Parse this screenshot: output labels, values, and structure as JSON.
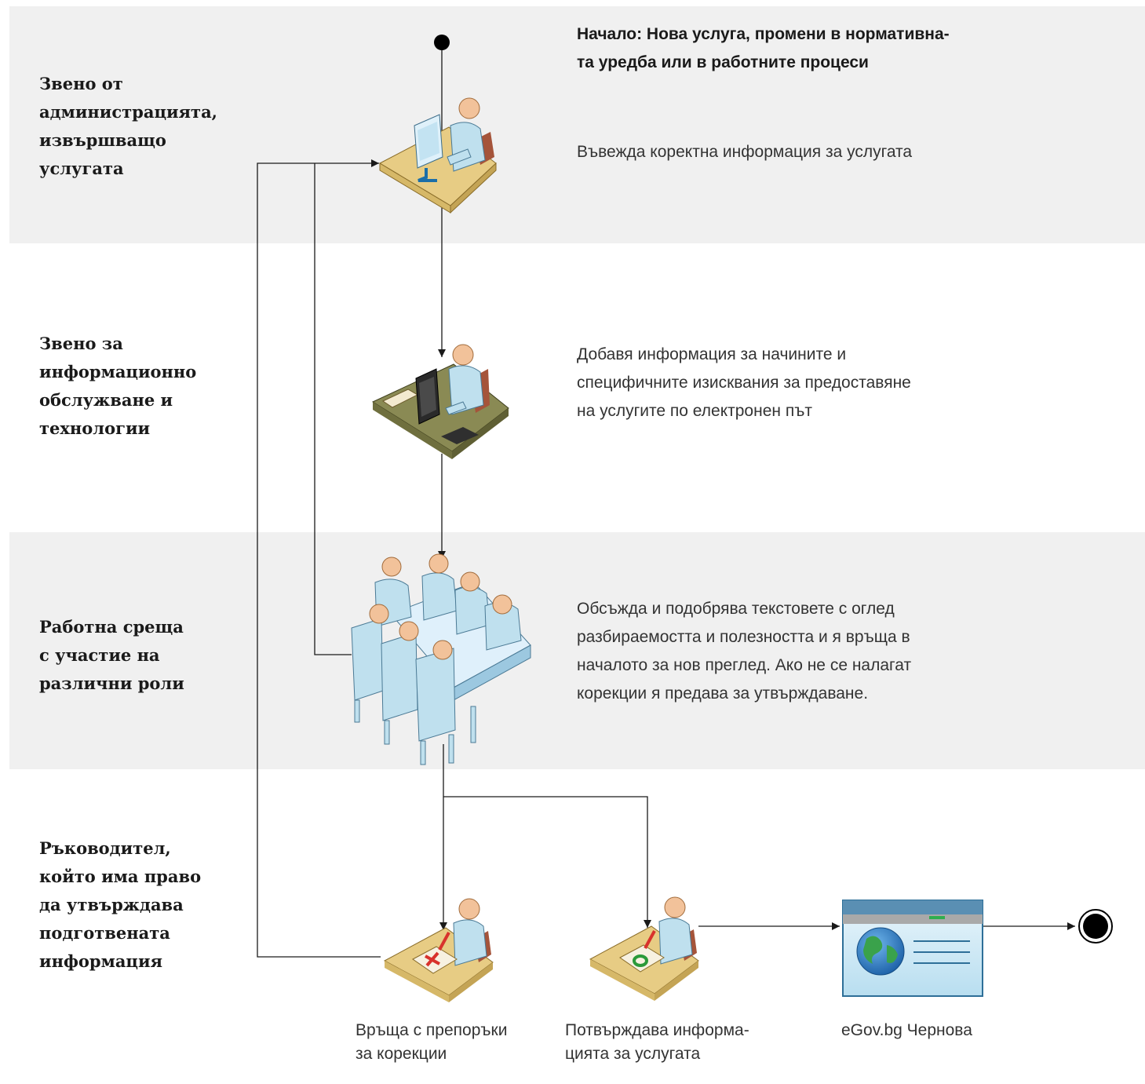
{
  "lanes": [
    {
      "title": "Звено от\nадминистрацията,\nизвършващо\nуслугата"
    },
    {
      "title": "Звено за\nинформационно\nобслужване и\nтехнологии"
    },
    {
      "title": "Работна среща\nс участие на\nразлични роли"
    },
    {
      "title": "Ръководител,\nкойто има право\nда утвърждава\nподготвената\nинформация"
    }
  ],
  "start_label": "Начало: Нова услуга, промени в нормативна-\nта уредба или в работните процеси",
  "steps": {
    "enter": "Въвежда коректна информация за услугата",
    "add": "Добавя информация за начините и\nспецифичните изисквания за предоставяне\nна услугите по електронен път",
    "meeting": "Обсъжда и подобрява текстовете с оглед\nразбираемостта и полезността и я връща в\nначалото за нов преглед. Ако не се налагат\nкорекции я предава за утвърждаване.",
    "return": "Връща с препоръки\nза корекции",
    "confirm": "Потвърждава информа-\nцията за услугата",
    "egov": "eGov.bg Чернова"
  },
  "icons": {
    "clerk": "person-at-computer-desk-icon",
    "it": "person-at-workstation-icon",
    "meeting": "meeting-table-icon",
    "reject": "manager-reject-document-icon",
    "approve": "manager-approve-document-icon",
    "web": "web-page-globe-icon"
  },
  "colors": {
    "lane_shade": "#f0f0f0",
    "line": "#1a1a1a",
    "person": "#bfe0ee",
    "head": "#f2c29a",
    "desk": "#e7cc84"
  }
}
